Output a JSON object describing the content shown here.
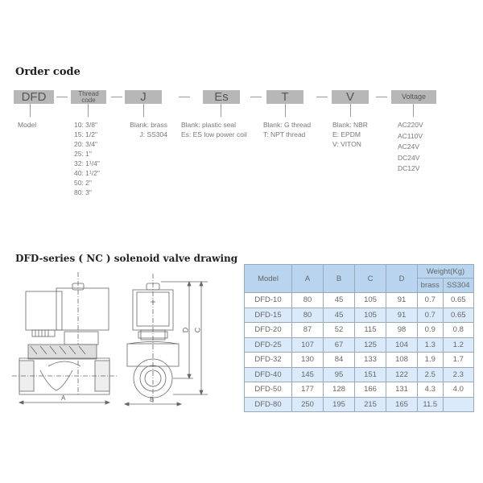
{
  "order_code": {
    "title": "Order code",
    "boxes": [
      {
        "label": "DFD",
        "description": [
          "Model"
        ]
      },
      {
        "label": "Thread code",
        "description": [
          "10: 3/8\"",
          "15: 1/2\"",
          "20: 3/4\"",
          "25: 1\"",
          "32: 1¹/4\"",
          "40: 1¹/2\"",
          "50: 2\"",
          "80: 3\""
        ]
      },
      {
        "label": "J",
        "description": [
          "Blank: brass",
          "J: SS304"
        ]
      },
      {
        "label": "Es",
        "description": [
          "Blank: plastic seal",
          "Es: ES low power coil"
        ]
      },
      {
        "label": "T",
        "description": [
          "Blank: G thread",
          "T: NPT thread"
        ]
      },
      {
        "label": "V",
        "description": [
          "Blank: NBR",
          "E: EPDM",
          "V: VITON"
        ]
      },
      {
        "label": "Voltage",
        "description": [
          "AC220V",
          "AC110V",
          "AC24V",
          "DC24V",
          "DC12V"
        ]
      }
    ],
    "thread_box_line1": "Thread",
    "thread_box_line2": "code"
  },
  "drawing": {
    "title": "DFD-series ( NC ) solenoid valve drawing",
    "dimension_labels": {
      "A": "A",
      "B": "B",
      "C": "C",
      "D": "D"
    }
  },
  "spec_table": {
    "headers": {
      "model": "Model",
      "a": "A",
      "b": "B",
      "c": "C",
      "d": "D",
      "weight": "Weight(Kg)",
      "brass": "brass",
      "ss304": "SS304"
    },
    "rows": [
      {
        "model": "DFD-10",
        "a": "80",
        "b": "45",
        "c": "105",
        "d": "91",
        "brass": "0.7",
        "ss304": "0.65"
      },
      {
        "model": "DFD-15",
        "a": "80",
        "b": "45",
        "c": "105",
        "d": "91",
        "brass": "0.7",
        "ss304": "0.65"
      },
      {
        "model": "DFD-20",
        "a": "87",
        "b": "52",
        "c": "115",
        "d": "98",
        "brass": "0.9",
        "ss304": "0.8"
      },
      {
        "model": "DFD-25",
        "a": "107",
        "b": "67",
        "c": "125",
        "d": "104",
        "brass": "1.3",
        "ss304": "1.2"
      },
      {
        "model": "DFD-32",
        "a": "130",
        "b": "84",
        "c": "133",
        "d": "108",
        "brass": "1.9",
        "ss304": "1.7"
      },
      {
        "model": "DFD-40",
        "a": "145",
        "b": "95",
        "c": "151",
        "d": "122",
        "brass": "2.5",
        "ss304": "2.3"
      },
      {
        "model": "DFD-50",
        "a": "177",
        "b": "128",
        "c": "166",
        "d": "131",
        "brass": "4.3",
        "ss304": "4.0"
      },
      {
        "model": "DFD-80",
        "a": "250",
        "b": "195",
        "c": "215",
        "d": "165",
        "brass": "11.5",
        "ss304": ""
      }
    ]
  },
  "colors": {
    "box_gray": "#b7b7b7",
    "table_header": "#b8d4ef",
    "table_alt_row": "#dbeafb",
    "table_border": "#9aa9b8"
  }
}
